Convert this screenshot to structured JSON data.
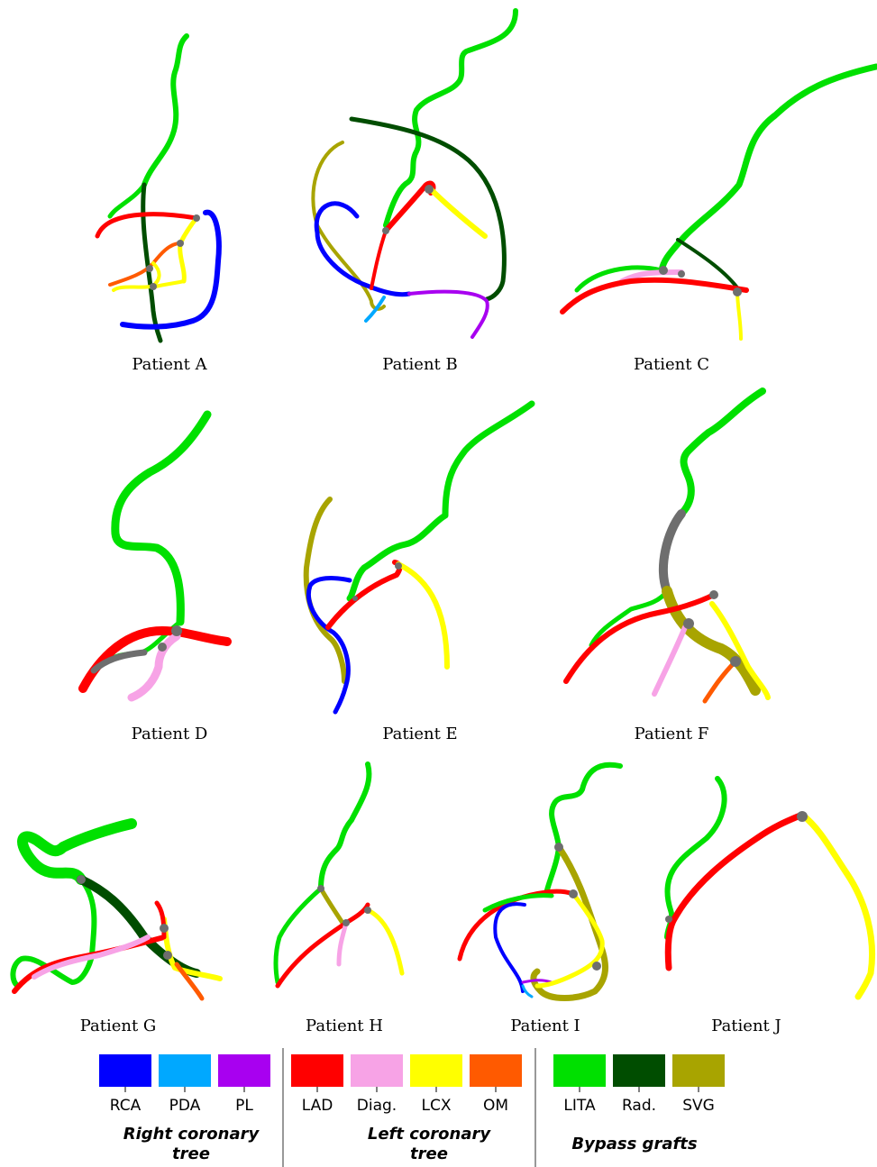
{
  "palette": {
    "rca": "#0000ff",
    "pda": "#00a8ff",
    "pl": "#a800f0",
    "lad": "#ff0000",
    "diag": "#f7a3e6",
    "lcx": "#ffff00",
    "om": "#ff5a00",
    "lita": "#00e000",
    "rad": "#004d00",
    "svg": "#a8a400",
    "junction": "#6e6e6e"
  },
  "panels": [
    {
      "label": "Patient A"
    },
    {
      "label": "Patient B"
    },
    {
      "label": "Patient C"
    },
    {
      "label": "Patient D"
    },
    {
      "label": "Patient E"
    },
    {
      "label": "Patient F"
    },
    {
      "label": "Patient G"
    },
    {
      "label": "Patient H"
    },
    {
      "label": "Patient I"
    },
    {
      "label": "Patient J"
    }
  ],
  "legend": {
    "groups": [
      {
        "title_line1": "Right coronary",
        "title_line2": "tree",
        "items": [
          {
            "label": "RCA",
            "color_key": "rca"
          },
          {
            "label": "PDA",
            "color_key": "pda"
          },
          {
            "label": "PL",
            "color_key": "pl"
          }
        ]
      },
      {
        "title_line1": "Left coronary",
        "title_line2": "tree",
        "items": [
          {
            "label": "LAD",
            "color_key": "lad"
          },
          {
            "label": "Diag.",
            "color_key": "diag"
          },
          {
            "label": "LCX",
            "color_key": "lcx"
          },
          {
            "label": "OM",
            "color_key": "om"
          }
        ]
      },
      {
        "title_line1": "Bypass grafts",
        "title_line2": "",
        "items": [
          {
            "label": "LITA",
            "color_key": "lita"
          },
          {
            "label": "Rad.",
            "color_key": "rad"
          },
          {
            "label": "SVG",
            "color_key": "svg"
          }
        ]
      }
    ]
  }
}
